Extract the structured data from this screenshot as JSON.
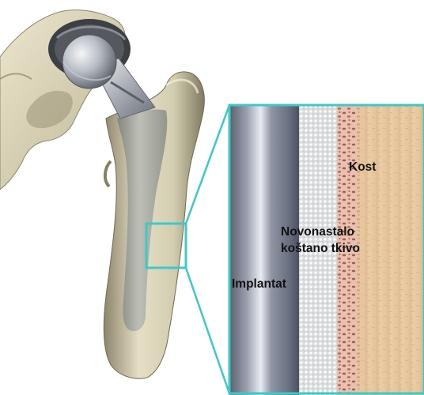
{
  "labels": {
    "bone": "Kost",
    "new_bone_line1": "Novonastalo",
    "new_bone_line2": "koštano tkivo",
    "implant": "Implantat"
  },
  "colors": {
    "frame": "#3ec8c8",
    "bone_light": "#e6dfc6",
    "bone_dark": "#8e886c",
    "stem_gray": "#a6aaa4",
    "metal": "#6c7280",
    "porous_coat": "#d6d8da",
    "new_tissue": "#b86a62",
    "cortical_bone": "#e8c79c",
    "socket_liner": "#3c3f44"
  }
}
